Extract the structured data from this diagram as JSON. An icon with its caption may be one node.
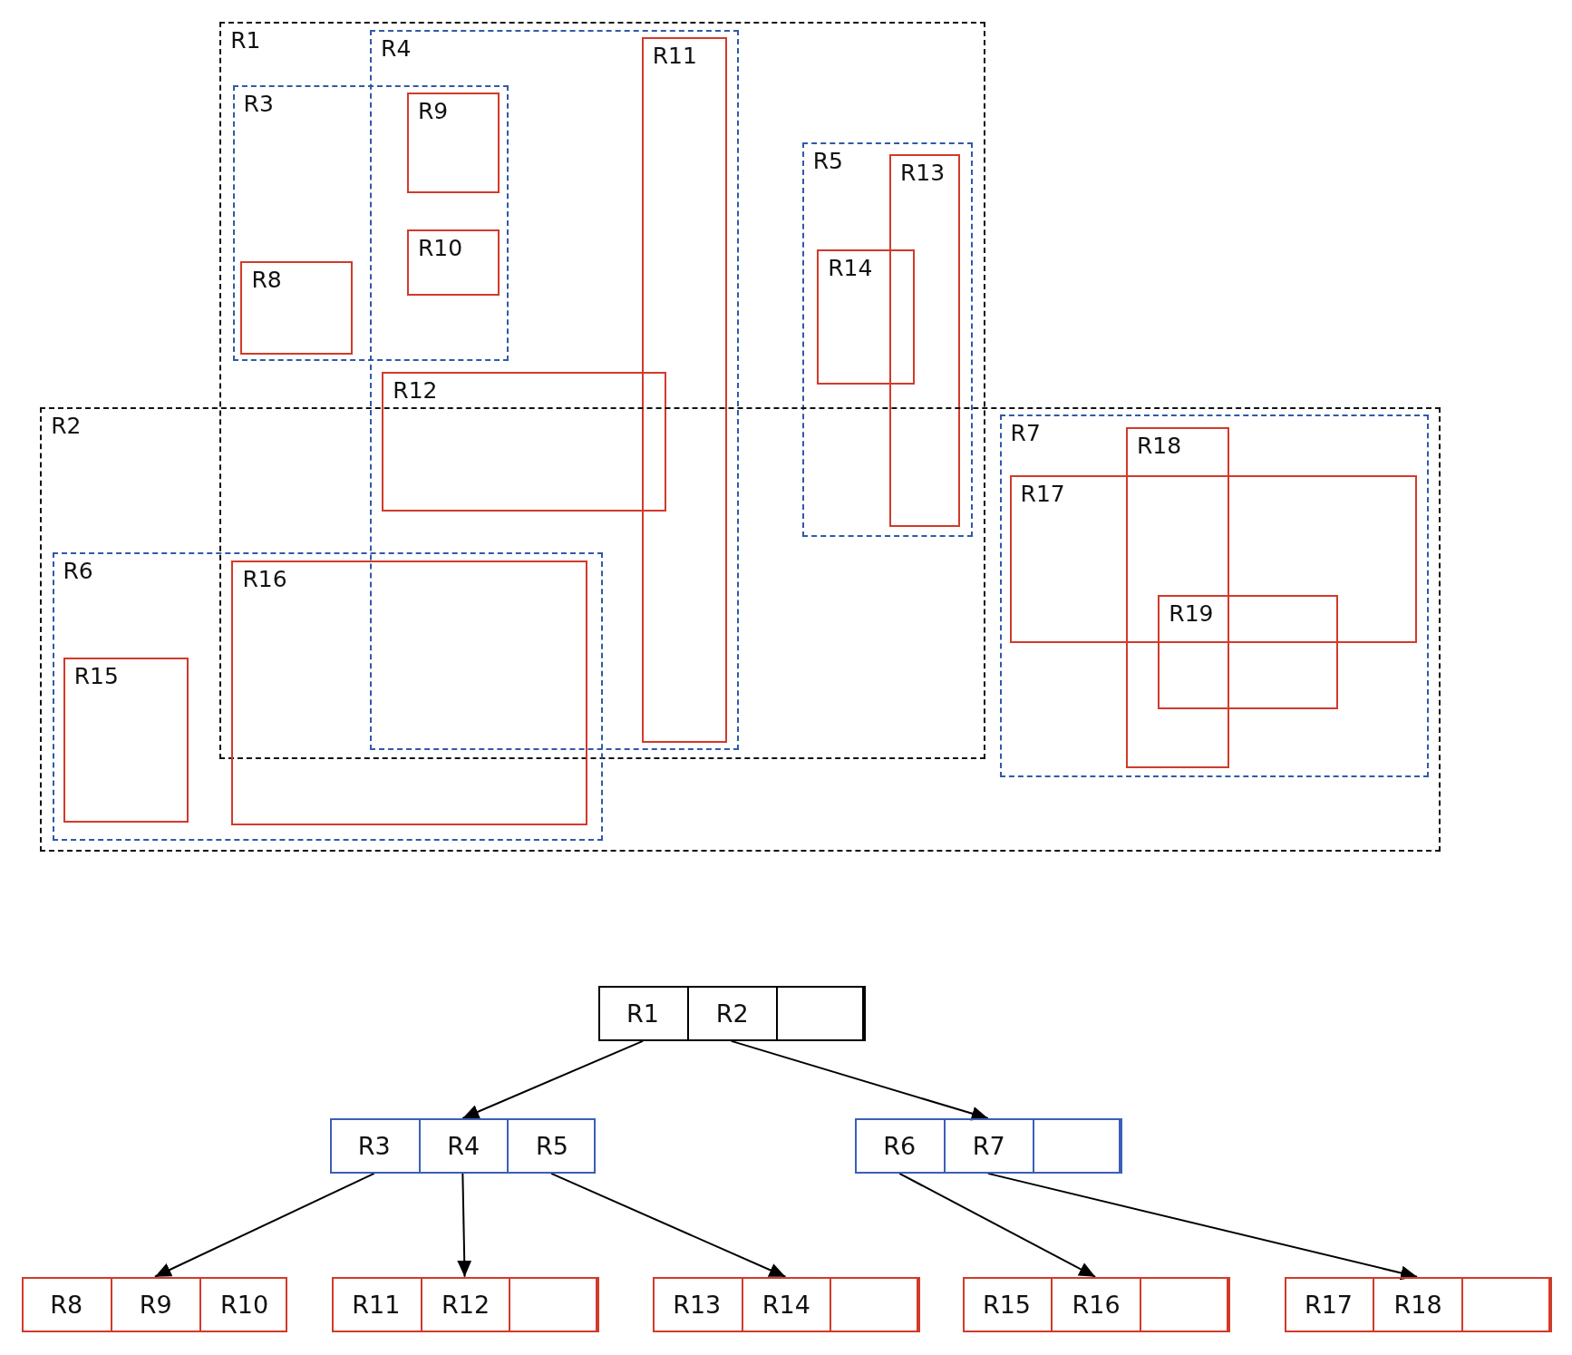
{
  "diagram": {
    "nodes": [
      {
        "text": [
          "R1"
        ]
      },
      {
        "text": [
          "R2"
        ]
      },
      {
        "text": [
          "R3"
        ],
        "in": 0
      },
      {
        "text": [
          "R4"
        ],
        "in": 0
      },
      {
        "text": [
          "R5"
        ],
        "in": 0
      },
      {
        "text": [
          "R6"
        ],
        "in": 1
      },
      {
        "text": [
          "R7"
        ],
        "in": 1
      },
      {
        "text": [
          "R8"
        ],
        "in": 2
      },
      {
        "text": [
          "R9"
        ]
      },
      {
        "text": [
          "R10"
        ]
      },
      {
        "text": [
          "R11"
        ],
        "in": 3
      },
      {
        "text": [
          "R12"
        ],
        "in": 3
      },
      {
        "text": [
          "R13"
        ],
        "in": 4
      },
      {
        "text": [
          "R14"
        ],
        "in": 4
      },
      {
        "text": [
          "R15"
        ],
        "in": 5
      },
      {
        "text": [
          "R16"
        ],
        "in": 5
      },
      {
        "text": [
          "R17"
        ],
        "in": 6
      },
      {
        "text": [
          "R18"
        ],
        "in": 6
      },
      {
        "text": [
          "R19"
        ],
        "in": 6
      },
      {
        "text": [],
        "shape": "box"
      },
      {
        "text": [
          "R1"
        ],
        "in": 19
      },
      {
        "text": [
          "R2"
        ],
        "in": 19
      },
      {
        "text": [],
        "shape": "box",
        "in": 19
      },
      {
        "text": [],
        "shape": "box"
      },
      {
        "text": [
          "R3"
        ],
        "in": 23
      },
      {
        "text": [
          "R4"
        ],
        "in": 23
      },
      {
        "text": [
          "R5"
        ],
        "in": 23
      },
      {
        "text": [],
        "shape": "box"
      },
      {
        "text": [
          "R6"
        ],
        "in": 27
      },
      {
        "text": [
          "R7"
        ],
        "in": 27
      },
      {
        "text": [],
        "shape": "box",
        "in": 27
      },
      {
        "text": [],
        "shape": "box"
      },
      {
        "text": [
          "R8"
        ],
        "in": 31
      },
      {
        "text": [
          "R9"
        ],
        "in": 31
      },
      {
        "text": [
          "R10"
        ],
        "in": 31
      },
      {
        "text": [],
        "shape": "box"
      },
      {
        "text": [
          "R11"
        ],
        "in": 35
      },
      {
        "text": [
          "R12"
        ],
        "in": 35
      },
      {
        "text": [],
        "shape": "box",
        "in": 35
      },
      {
        "text": [],
        "shape": "box"
      },
      {
        "text": [
          "R13"
        ],
        "in": 39
      },
      {
        "text": [
          "R14"
        ],
        "in": 39
      },
      {
        "text": [],
        "shape": "box",
        "in": 39
      },
      {
        "text": [],
        "shape": "box"
      },
      {
        "text": [
          "R15"
        ],
        "in": 43
      },
      {
        "text": [
          "R16"
        ],
        "in": 43
      },
      {
        "text": [],
        "shape": "box",
        "in": 43
      },
      {
        "text": [],
        "shape": "box"
      },
      {
        "text": [
          "R17"
        ],
        "in": 47
      },
      {
        "text": [
          "R18"
        ],
        "in": 47
      },
      {
        "text": [],
        "shape": "box",
        "in": 47
      }
    ],
    "edges": [
      {
        "from": 20,
        "to": 23,
        "arrow": "to"
      },
      {
        "from": 21,
        "to": 27,
        "arrow": "to"
      },
      {
        "from": 24,
        "to": 31,
        "arrow": "to"
      },
      {
        "from": 25,
        "to": 35,
        "arrow": "to"
      },
      {
        "from": 26,
        "to": 39,
        "arrow": "to"
      },
      {
        "from": 28,
        "to": 43,
        "arrow": "to"
      },
      {
        "from": 29,
        "to": 47,
        "arrow": "to"
      }
    ]
  }
}
